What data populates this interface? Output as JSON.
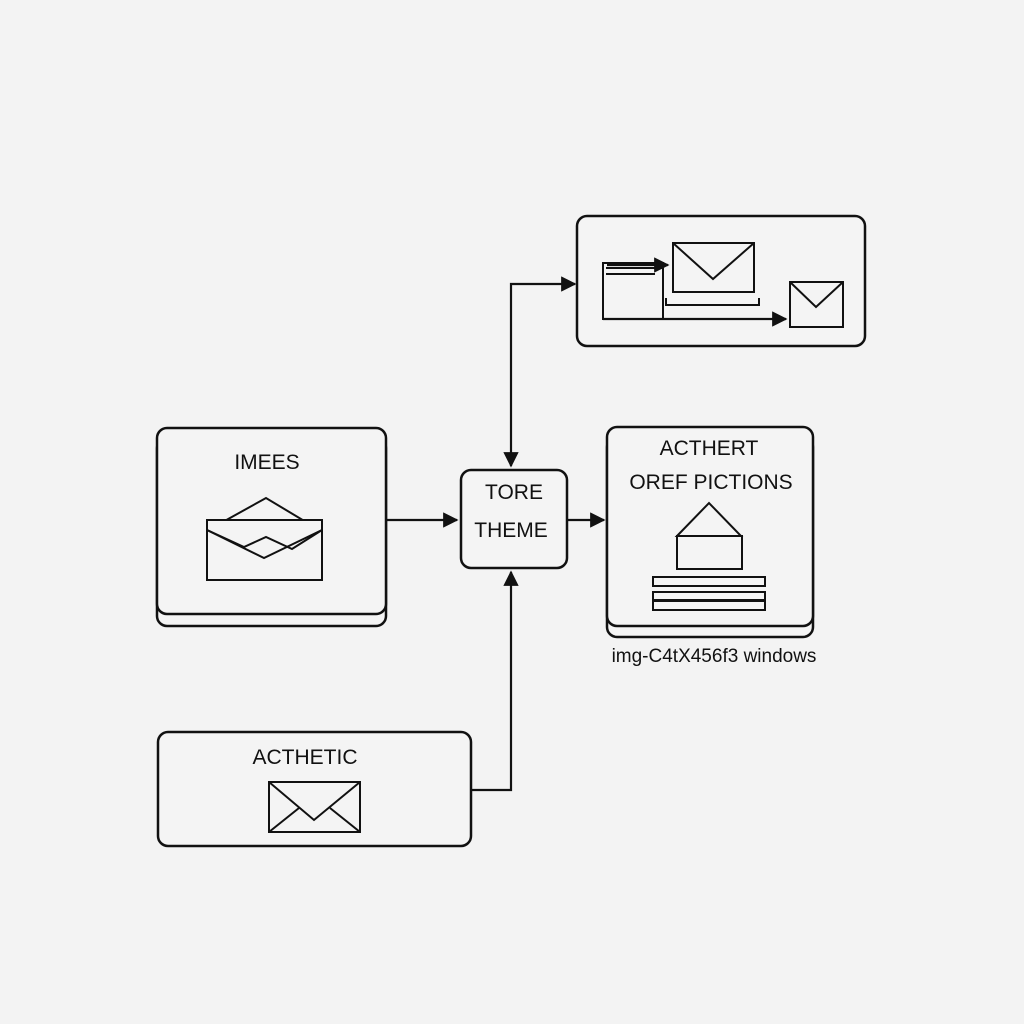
{
  "nodes": {
    "images": {
      "label": "IMEES"
    },
    "aesthetic": {
      "label": "ACTHETIC"
    },
    "store_theme": {
      "line1": "TORE",
      "line2": "THEME"
    },
    "outbox": {
      "label": ""
    },
    "output": {
      "line1": "ACTHERT",
      "line2": "OREF PICTIONS"
    }
  },
  "caption": "img-C4tX456f3 windows",
  "icons": {
    "images": "open-envelope-icon",
    "aesthetic": "envelope-icon",
    "outbox_large": "envelope-icon",
    "outbox_small": "envelope-icon",
    "output": "house-icon"
  },
  "colors": {
    "background": "#f3f3f3",
    "stroke": "#111111"
  }
}
